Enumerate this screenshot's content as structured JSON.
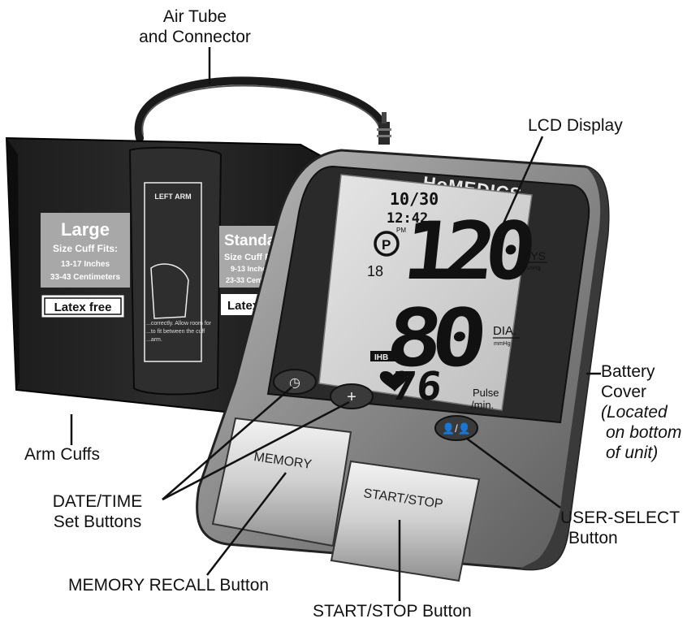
{
  "callouts": {
    "air_tube": {
      "line1": "Air Tube",
      "line2": "and Connector"
    },
    "lcd_display": "LCD Display",
    "battery_cover": {
      "line1": "Battery",
      "line2": "Cover",
      "note1": "(Located",
      "note2": "on bottom",
      "note3": "of unit)"
    },
    "arm_cuffs": "Arm Cuffs",
    "date_time": {
      "line1": "DATE/TIME",
      "line2": "Set Buttons"
    },
    "user_select": {
      "line1": "USER-SELECT",
      "line2": "Button"
    },
    "memory_recall": "MEMORY RECALL Button",
    "start_stop": "START/STOP Button"
  },
  "device": {
    "brand": "HoMEDICS",
    "memory_label": "MEMORY",
    "start_stop_label": "START/STOP",
    "date_button_symbol": "◷",
    "plus_button_symbol": "+",
    "user_button_symbol": "👤/👤"
  },
  "lcd": {
    "date": "10/30",
    "time": "12:42",
    "ampm": "PM",
    "memory_number": "18",
    "systolic": "120",
    "diastolic": "80",
    "pulse": "76",
    "sys_label": "SYS",
    "dia_label": "DIA.",
    "unit": "mmHg",
    "pulse_label1": "Pulse",
    "pulse_label2": "/min.",
    "ihb_label": "IHB",
    "user_symbol": "P"
  },
  "cuff": {
    "large_title": "Large",
    "large_fits": "Size Cuff Fits:",
    "large_inches": "13-17 Inches",
    "large_cm": "33-43 Centimeters",
    "latex_free": "Latex free",
    "standard_title": "Standard",
    "standard_fits": "Size Cuff Fits:",
    "standard_inches": "9-13 Inches",
    "standard_cm": "23-33 Centimeters",
    "standard_latex": "Latex free",
    "left_arm": "LEFT ARM",
    "instruction1": "...correctly. Allow room for",
    "instruction2": "...to fit between the cuff",
    "instruction3": "...arm."
  }
}
